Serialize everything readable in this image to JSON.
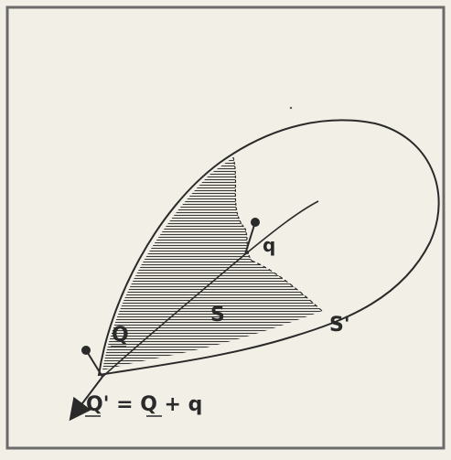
{
  "labels": {
    "Q": "Q",
    "S": "S",
    "S_prime": "S'",
    "q": "q",
    "equation": "Q' = Q + q"
  },
  "colors": {
    "paper": "#f2efe6",
    "ink": "#2a2a2a",
    "frame": "#6b6b6b"
  }
}
